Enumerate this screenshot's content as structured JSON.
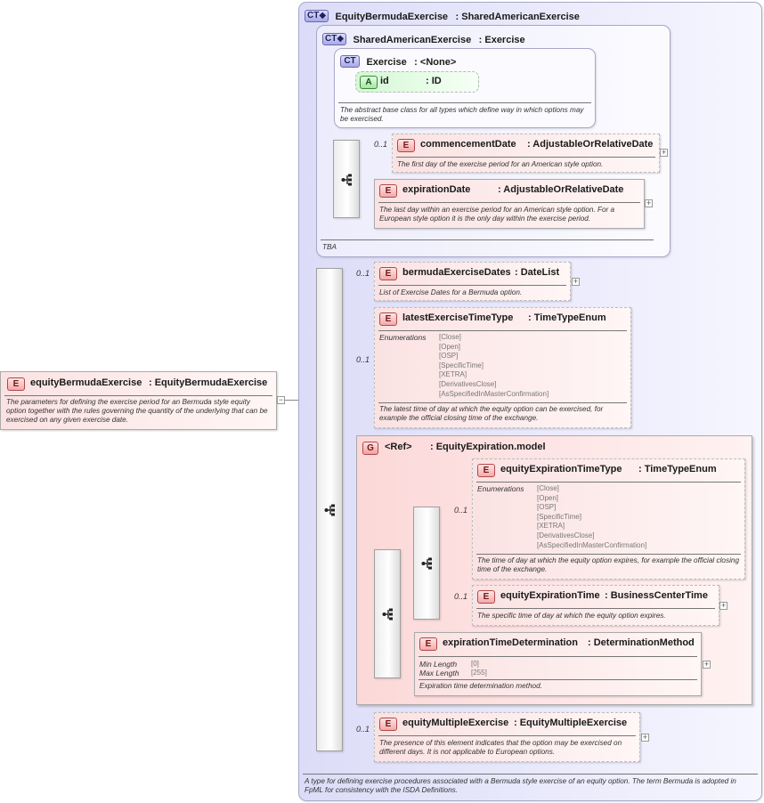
{
  "root_type": {
    "badge": "CT",
    "name": "EquityBermudaExercise",
    "base": ": SharedAmericanExercise",
    "description": "A type for defining exercise procedures associated with a Bermuda style exercise of an equity option. The term Bermuda is adopted in FpML for consistency with the ISDA Definitions."
  },
  "shared_type": {
    "badge": "CT",
    "name": "SharedAmericanExercise",
    "base": ": Exercise",
    "description": "TBA"
  },
  "exercise_type": {
    "badge": "CT",
    "name": "Exercise",
    "base": ": <None>",
    "description": "The abstract base class for all types which define way in which options may be exercised.",
    "attribute": {
      "badge": "A",
      "name": "id",
      "type": ": ID"
    }
  },
  "left_element": {
    "badge": "E",
    "name": "equityBermudaExercise",
    "type": ": EquityBermudaExercise",
    "description": "The parameters for defining the exercise period for an Bermuda style equity option together with the rules governing the quantity of the underlying that can be exercised on any given exercise date."
  },
  "elements": {
    "commencementDate": {
      "badge": "E",
      "cardinality": "0..1",
      "name": "commencementDate",
      "type": ": AdjustableOrRelativeDate",
      "description": "The first day of the exercise period for an American style option."
    },
    "expirationDate": {
      "badge": "E",
      "name": "expirationDate",
      "type": ": AdjustableOrRelativeDate",
      "description": "The last day within an exercise period for an American style option. For a European style option it is the only day within the exercise period."
    },
    "bermudaExerciseDates": {
      "badge": "E",
      "cardinality": "0..1",
      "name": "bermudaExerciseDates",
      "type": ": DateList",
      "description": "List of Exercise Dates for a Bermuda option."
    },
    "latestExerciseTimeType": {
      "badge": "E",
      "cardinality": "0..1",
      "name": "latestExerciseTimeType",
      "type": ": TimeTypeEnum",
      "enum_label": "Enumerations",
      "enums": [
        "[Close]",
        "[Open]",
        "[OSP]",
        "[SpecificTime]",
        "[XETRA]",
        "[DerivativesClose]",
        "[AsSpecifiedInMasterConfirmation]"
      ],
      "description": "The latest time of day at which the equity option can be exercised, for example the official closing time of the exchange."
    },
    "equityExpirationTimeType": {
      "badge": "E",
      "cardinality": "0..1",
      "name": "equityExpirationTimeType",
      "type": ": TimeTypeEnum",
      "enum_label": "Enumerations",
      "enums": [
        "[Close]",
        "[Open]",
        "[OSP]",
        "[SpecificTime]",
        "[XETRA]",
        "[DerivativesClose]",
        "[AsSpecifiedInMasterConfirmation]"
      ],
      "description": "The time of day at which the equity option expires, for example the official closing time of the exchange."
    },
    "equityExpirationTime": {
      "badge": "E",
      "cardinality": "0..1",
      "name": "equityExpirationTime",
      "type": ": BusinessCenterTime",
      "description": "The specific time of day at which the equity option expires."
    },
    "expirationTimeDetermination": {
      "badge": "E",
      "name": "expirationTimeDetermination",
      "type": ": DeterminationMethod",
      "facets": [
        {
          "label": "Min Length",
          "value": "[0]"
        },
        {
          "label": "Max Length",
          "value": "[255]"
        }
      ],
      "description": "Expiration time determination method."
    },
    "equityMultipleExercise": {
      "badge": "E",
      "cardinality": "0..1",
      "name": "equityMultipleExercise",
      "type": ": EquityMultipleExercise",
      "description": "The presence of this element indicates that the option may be exercised on different days. It is not applicable to European options."
    }
  },
  "group": {
    "badge": "G",
    "ref_label": "<Ref>",
    "name": ": EquityExpiration.model"
  },
  "symbols": {
    "expand": "+",
    "collapse": "−",
    "sequence_icon": "sequence-compositor-icon"
  }
}
